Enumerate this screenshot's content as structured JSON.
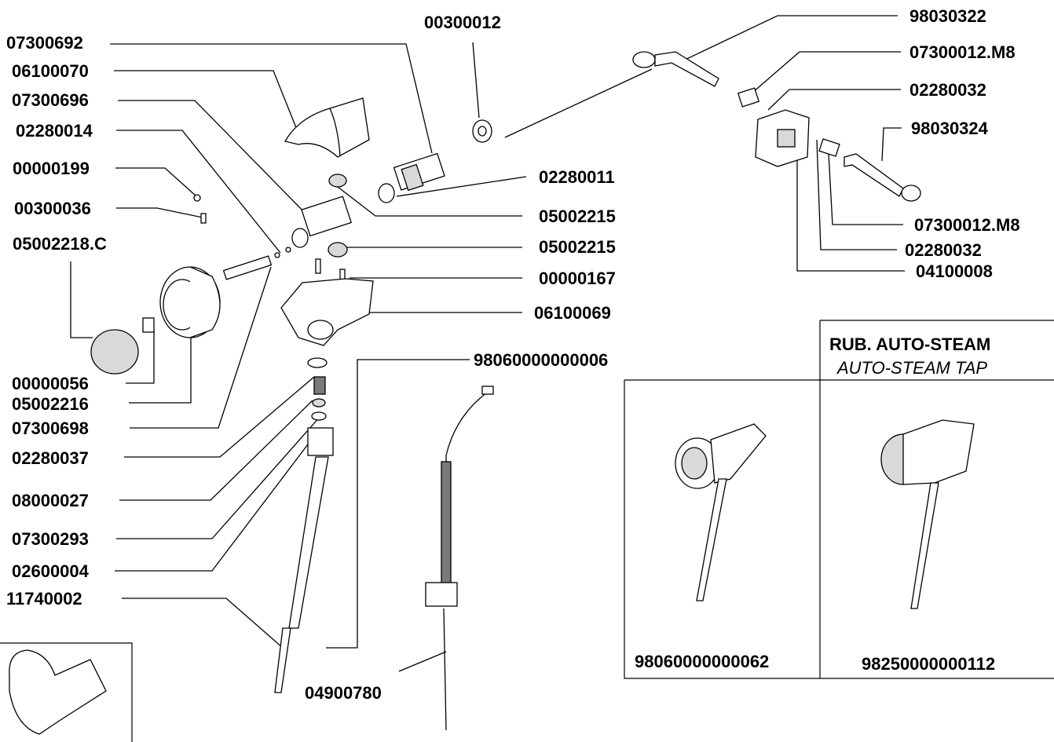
{
  "part_numbers": {
    "p07300692": "07300692",
    "p06100070": "06100070",
    "p07300696": "07300696",
    "p02280014": "02280014",
    "p00000199": "00000199",
    "p00300036": "00300036",
    "p05002218C": "05002218.C",
    "p00300012": "00300012",
    "p02280011": "02280011",
    "p05002215a": "05002215",
    "p05002215b": "05002215",
    "p00000167": "00000167",
    "p06100069": "06100069",
    "p98060000000006": "98060000000006",
    "p00000056": "00000056",
    "p05002216": "05002216",
    "p07300698": "07300698",
    "p02280037": "02280037",
    "p08000027": "08000027",
    "p07300293": "07300293",
    "p02600004": "02600004",
    "p11740002": "11740002",
    "p04900780": "04900780",
    "p98030322": "98030322",
    "p07300012M8a": "07300012.M8",
    "p02280032a": "02280032",
    "p98030324": "98030324",
    "p07300012M8b": "07300012.M8",
    "p02280032b": "02280032",
    "p04100008": "04100008"
  },
  "variants_box": {
    "title": "RUB. AUTO-STEAM",
    "subtitle": "AUTO-STEAM TAP",
    "left_code": "98060000000062",
    "right_code": "98250000000112"
  }
}
